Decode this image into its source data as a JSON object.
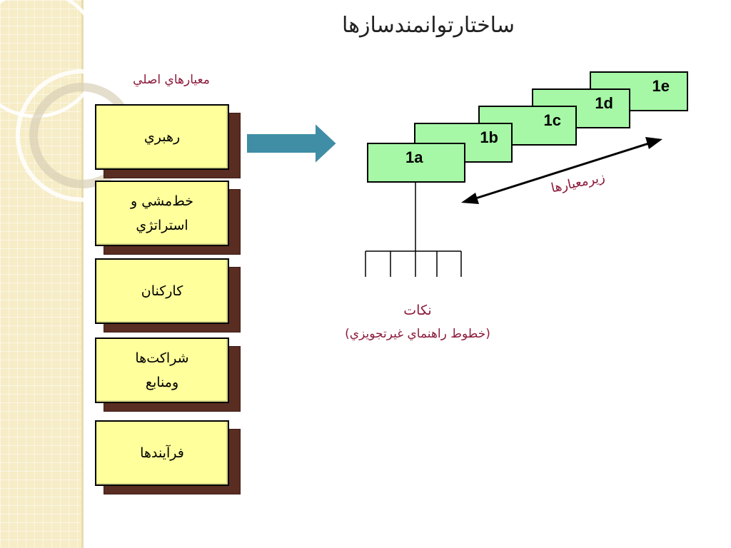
{
  "title": "ساختارتوانمندسازها",
  "main_criteria": {
    "heading": "معيارهاي اصلي",
    "items": [
      {
        "line1": "رهبري",
        "line2": ""
      },
      {
        "line1": "خط‌مشي و",
        "line2": "استراتژي"
      },
      {
        "line1": "كاركنان",
        "line2": ""
      },
      {
        "line1": "شراكت‌ها",
        "line2": "ومنابع"
      },
      {
        "line1": "فرآيندها",
        "line2": ""
      }
    ]
  },
  "sub_criteria": {
    "label": "زيرمعيارها",
    "boxes": [
      "1a",
      "1b",
      "1c",
      "1d",
      "1e"
    ]
  },
  "notes": {
    "title": "نكات",
    "subtitle": "(خطوط راهنماي غيرتجويزي)"
  },
  "colors": {
    "criterion_fill": "#ffff9c",
    "criterion_shadow": "#5a2d22",
    "sub_fill": "#a6f7a6",
    "arrow_fill": "#3f8ea6",
    "label_color": "#8b1a3a"
  }
}
